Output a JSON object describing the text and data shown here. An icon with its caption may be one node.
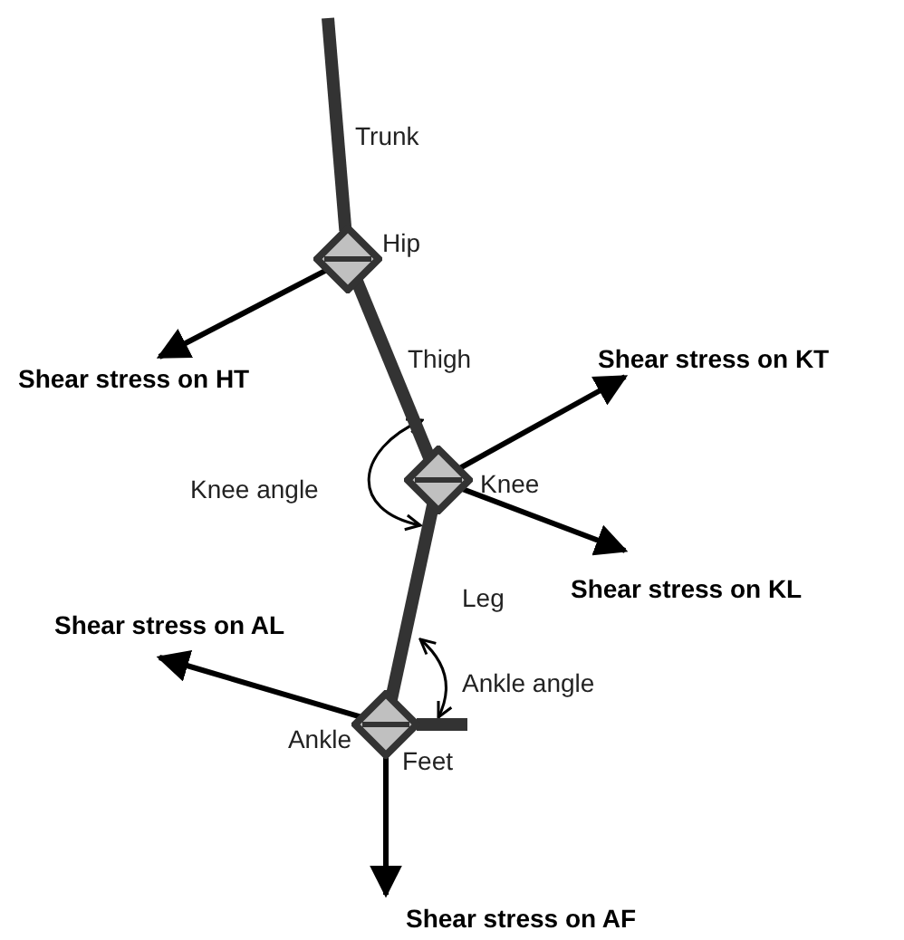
{
  "diagram": {
    "nodes": [
      {
        "text": [
          "Hip"
        ]
      },
      {
        "text": [
          "Shear stress on HT"
        ]
      },
      {
        "text": [
          "Shear stress on KT"
        ]
      },
      {
        "text": [
          "Knee"
        ]
      },
      {
        "text": [
          "Shear stress on KL"
        ]
      },
      {
        "text": [
          "Shear stress on AL"
        ]
      },
      {
        "text": [
          "Ankle"
        ]
      },
      {
        "text": [
          "Shear stress on AF"
        ]
      }
    ],
    "edges": [
      {
        "from": null,
        "to": 0,
        "arrow": "none",
        "label": "Trunk",
        "style": "thick",
        "color": "#333333"
      },
      {
        "from": 0,
        "to": 3,
        "arrow": "none",
        "label": "Thigh",
        "style": "thick",
        "color": "#333333"
      },
      {
        "from": 3,
        "to": 6,
        "arrow": "none",
        "label": "Leg",
        "style": "thick",
        "color": "#333333"
      },
      {
        "from": 6,
        "to": null,
        "arrow": "none",
        "label": "Feet",
        "style": "thick",
        "color": "#333333"
      },
      {
        "from": 0,
        "to": 1,
        "arrow": "to"
      },
      {
        "from": 3,
        "to": 2,
        "arrow": "to"
      },
      {
        "from": 3,
        "to": 4,
        "arrow": "to"
      },
      {
        "from": 6,
        "to": 5,
        "arrow": "to"
      },
      {
        "from": 6,
        "to": 7,
        "arrow": "to"
      }
    ],
    "labels": [
      "Knee angle",
      "Ankle angle"
    ]
  }
}
